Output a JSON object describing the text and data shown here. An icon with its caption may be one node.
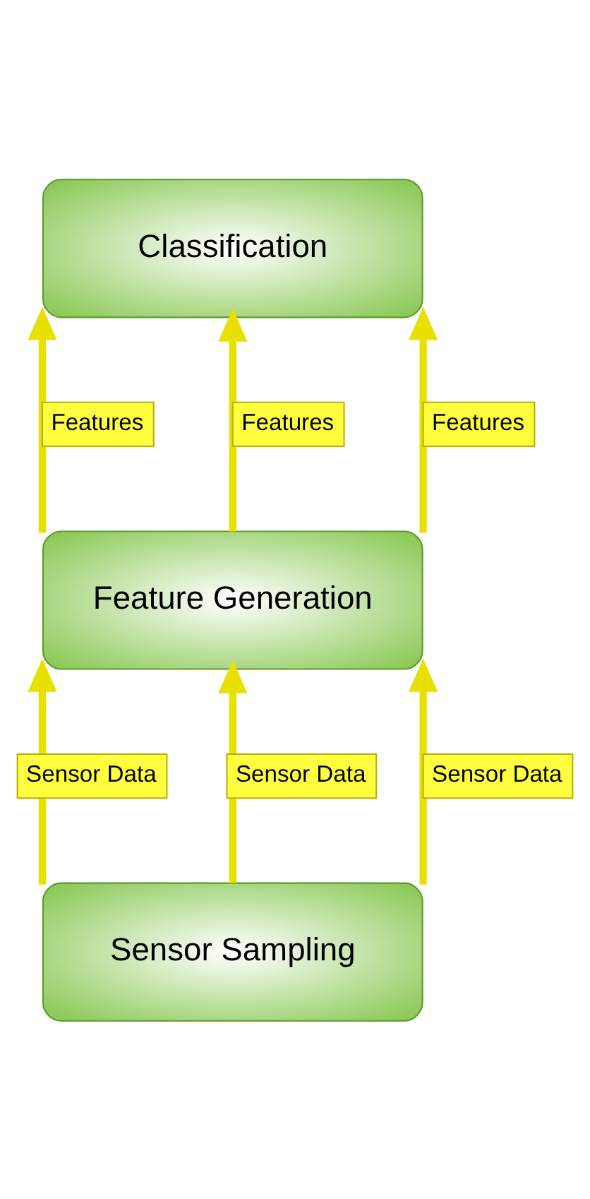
{
  "diagram": {
    "nodes": [
      {
        "text": [
          "Classification"
        ]
      },
      {
        "text": [
          "Feature Generation"
        ]
      },
      {
        "text": [
          "Sensor Sampling"
        ]
      }
    ],
    "edges": [
      {
        "from": 2,
        "to": 1,
        "arrow": "to",
        "label": "Sensor Data"
      },
      {
        "from": 2,
        "to": 1,
        "arrow": "to",
        "label": "Sensor Data"
      },
      {
        "from": 2,
        "to": 1,
        "arrow": "to",
        "label": "Sensor Data"
      },
      {
        "from": 1,
        "to": 0,
        "arrow": "to",
        "label": "Features"
      },
      {
        "from": 1,
        "to": 0,
        "arrow": "to",
        "label": "Features"
      },
      {
        "from": 1,
        "to": 0,
        "arrow": "to",
        "label": "Features"
      }
    ]
  }
}
